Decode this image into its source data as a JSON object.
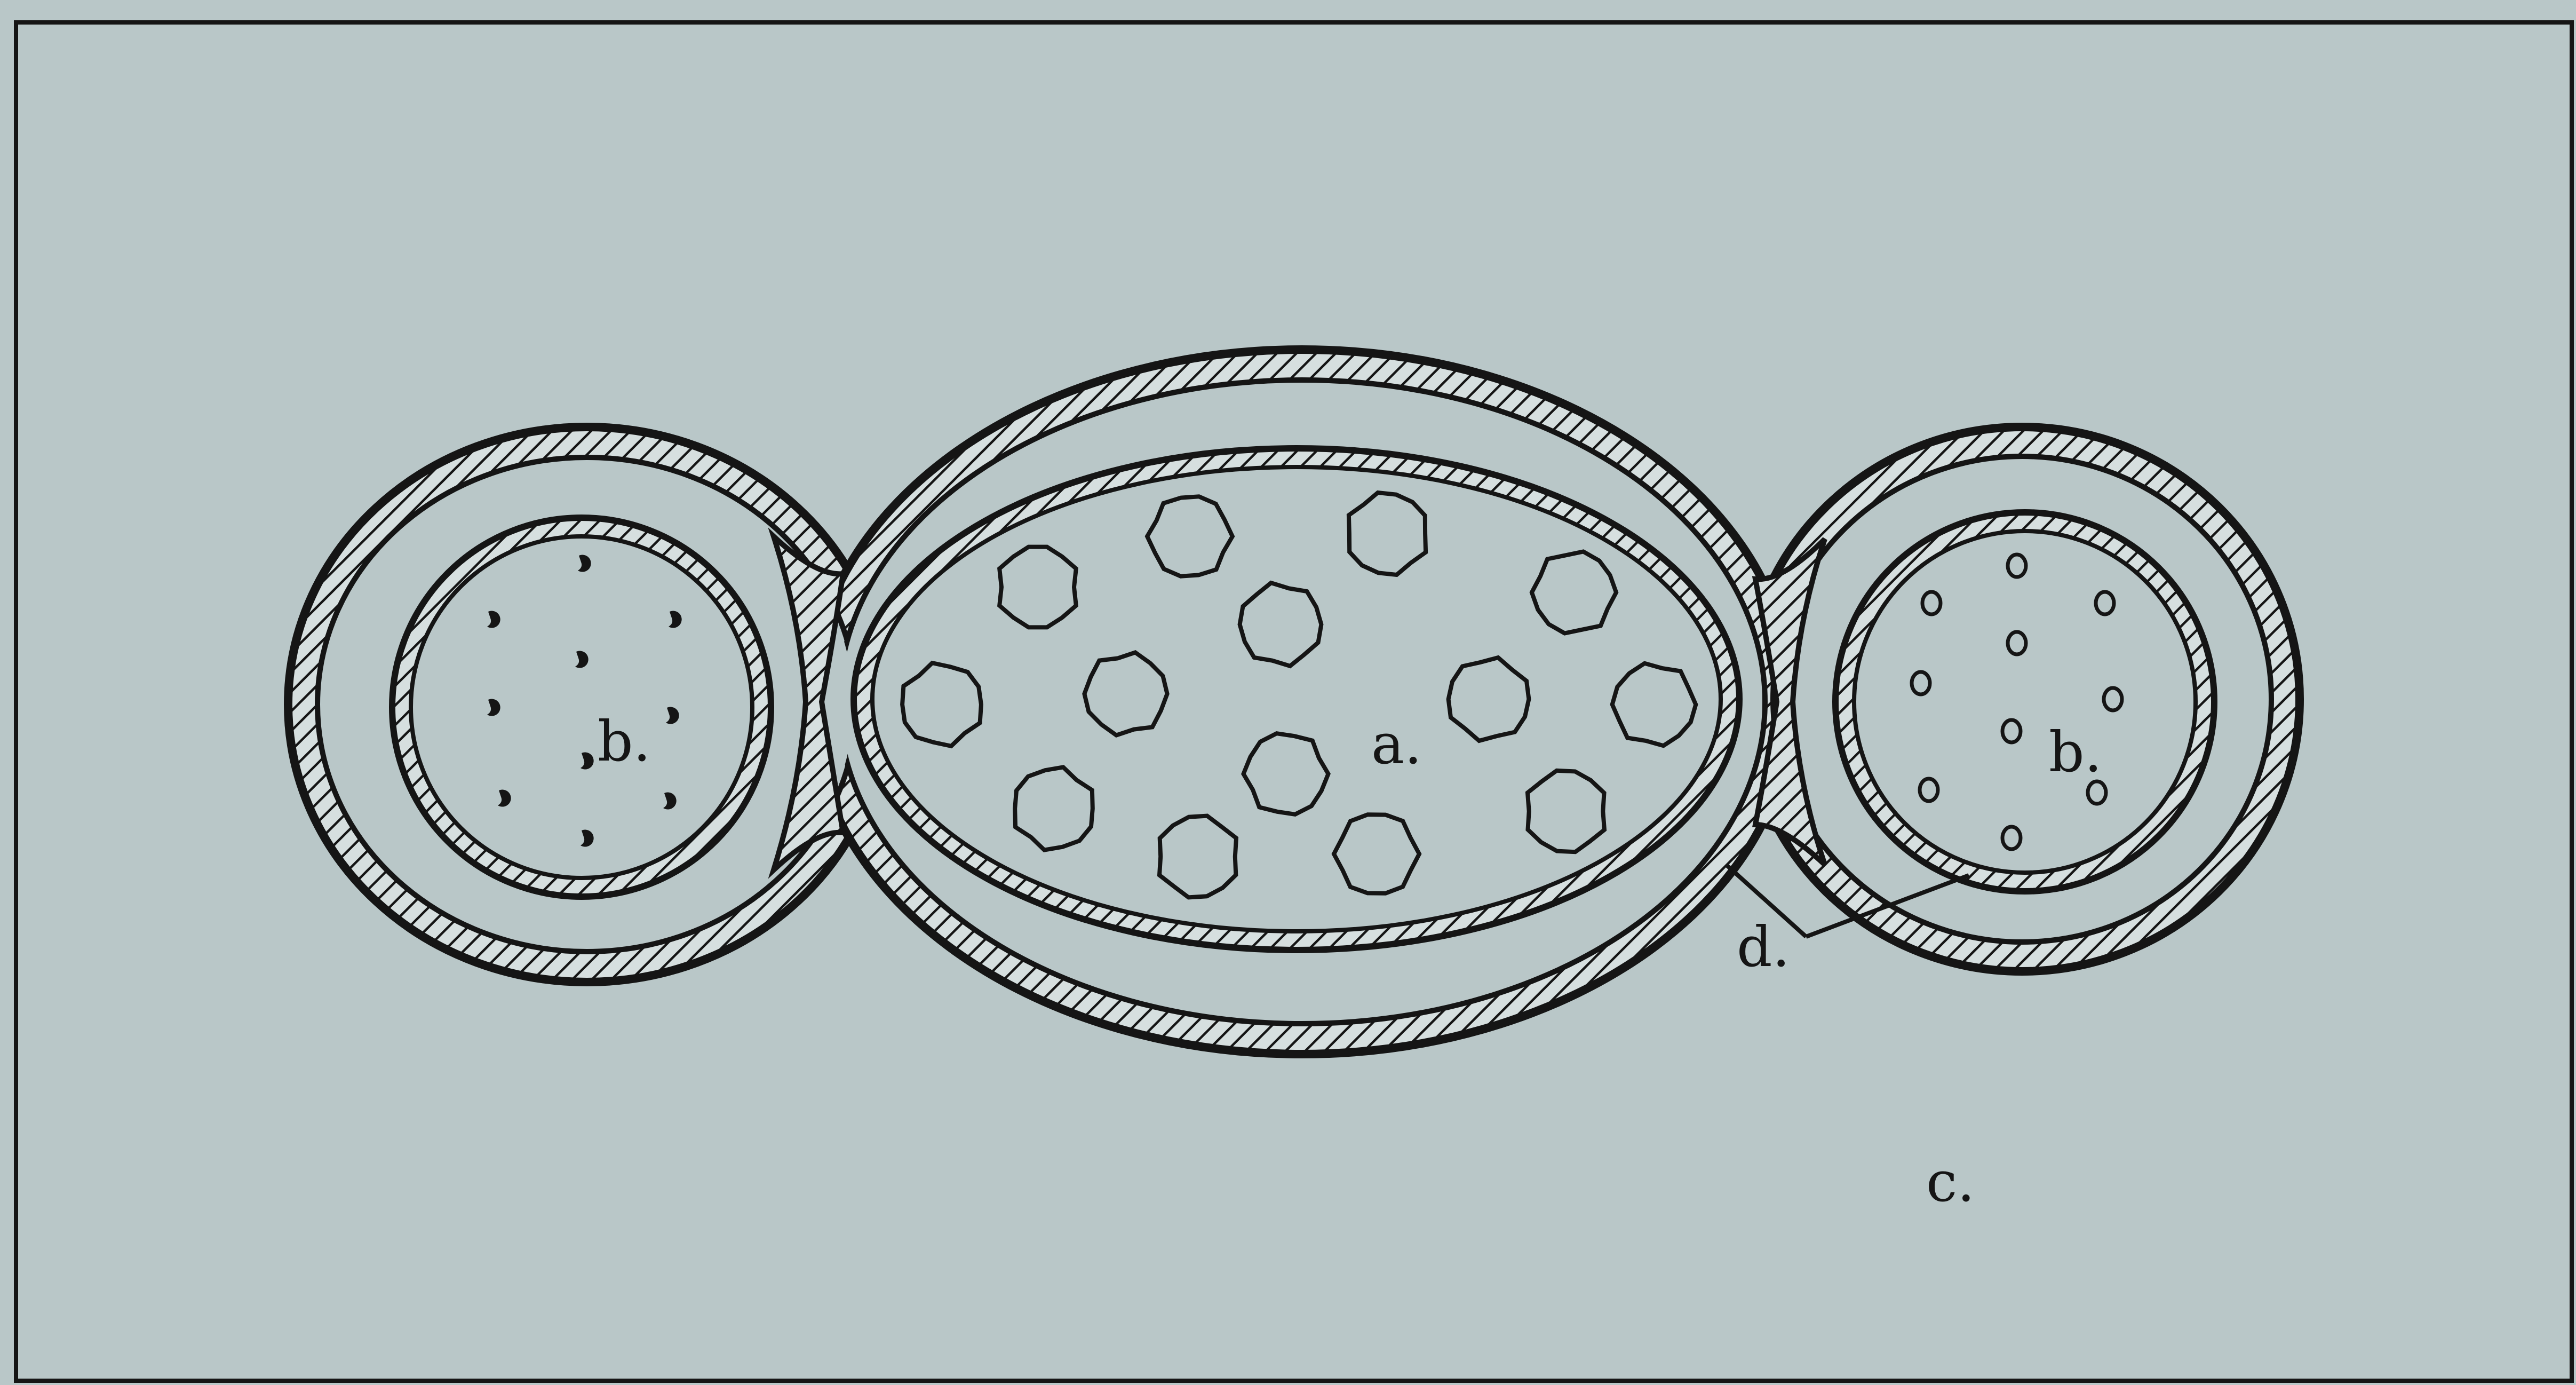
{
  "colors": {
    "background": "#b9c7c8",
    "ink": "#151515"
  },
  "labels": {
    "a": "a.",
    "b_left": "b.",
    "b_right": "b.",
    "c": "c.",
    "d": "d."
  },
  "icons": {
    "central_dots": "irregular-blob",
    "left_dots": "comma-shaped-dot",
    "right_dots": "small-open-circle"
  }
}
